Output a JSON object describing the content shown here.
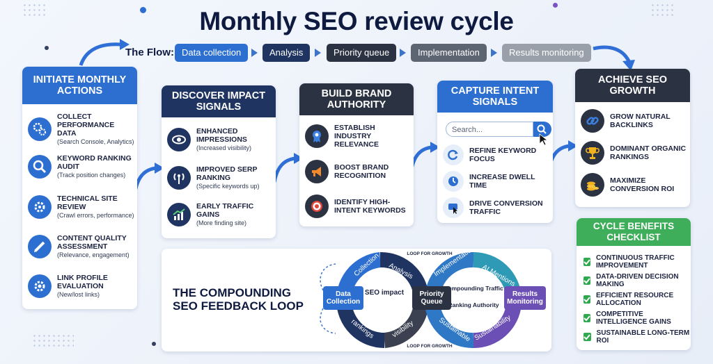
{
  "title": "Monthly SEO review cycle",
  "flow": {
    "label": "The Flow:",
    "steps": [
      "Data collection",
      "Analysis",
      "Priority queue",
      "Implementation",
      "Results monitoring"
    ]
  },
  "initiate": {
    "title": "INITIATE MONTHLY ACTIONS",
    "items": [
      {
        "title": "COLLECT PERFORMANCE DATA",
        "sub": "(Search Console, Analytics)",
        "icon": "gears-icon"
      },
      {
        "title": "KEYWORD RANKING AUDIT",
        "sub": "(Track position changes)",
        "icon": "magnifier-icon"
      },
      {
        "title": "TECHNICAL SITE REVIEW",
        "sub": "(Crawl errors, performance)",
        "icon": "gear-icon"
      },
      {
        "title": "CONTENT QUALITY ASSESSMENT",
        "sub": "(Relevance, engagement)",
        "icon": "pencil-icon"
      },
      {
        "title": "LINK PROFILE EVALUATION",
        "sub": "(New/lost links)",
        "icon": "gear-link-icon"
      }
    ]
  },
  "discover": {
    "title": "DISCOVER IMPACT SIGNALS",
    "items": [
      {
        "title": "ENHANCED IMPRESSIONS",
        "sub": "(Increased visibility)",
        "icon": "eye-icon"
      },
      {
        "title": "IMPROVED SERP RANKING",
        "sub": "(Specific keywords up)",
        "icon": "signal-icon"
      },
      {
        "title": "EARLY TRAFFIC GAINS",
        "sub": "(More finding site)",
        "icon": "chart-up-icon"
      }
    ]
  },
  "build": {
    "title": "BUILD BRAND AUTHORITY",
    "items": [
      {
        "title": "ESTABLISH INDUSTRY RELEVANCE",
        "icon": "badge-icon"
      },
      {
        "title": "BOOST BRAND RECOGNITION",
        "icon": "megaphone-icon"
      },
      {
        "title": "IDENTIFY HIGH-INTENT KEYWORDS",
        "icon": "target-icon"
      }
    ]
  },
  "capture": {
    "title": "CAPTURE INTENT SIGNALS",
    "search_placeholder": "Search...",
    "items": [
      {
        "title": "REFINE KEYWORD FOCUS",
        "icon": "refresh-icon"
      },
      {
        "title": "INCREASE DWELL TIME",
        "icon": "clock-icon"
      },
      {
        "title": "DRIVE CONVERSION TRAFFIC",
        "icon": "click-icon"
      }
    ]
  },
  "achieve": {
    "title": "ACHIEVE SEO GROWTH",
    "items": [
      {
        "title": "GROW NATURAL BACKLINKS",
        "icon": "link-icon"
      },
      {
        "title": "DOMINANT ORGANIC RANKINGS",
        "icon": "trophy-icon"
      },
      {
        "title": "MAXIMIZE CONVERSION ROI",
        "icon": "coins-icon"
      }
    ]
  },
  "benefits": {
    "title": "CYCLE BENEFITS CHECKLIST",
    "items": [
      "CONTINUOUS TRAFFIC IMPROVEMENT",
      "DATA-DRIVEN DECISION MAKING",
      "EFFICIENT RESOURCE ALLOCATION",
      "COMPETITIVE INTELLIGENCE GAINS",
      "SUSTAINABLE LONG-TERM ROI"
    ]
  },
  "loop": {
    "title_line1": "THE COMPOUNDING",
    "title_line2": "SEO FEEDBACK LOOP",
    "segments": [
      "Collection",
      "Analysis",
      "Implementation",
      "AI Mentions",
      "Sustainability",
      "Sustainable",
      "visibility",
      "rankings"
    ],
    "boxes": {
      "data_collection": "Data Collection",
      "priority_queue": "Priority Queue",
      "results_monitoring": "Results Monitoring"
    },
    "center_left": "SEO impact",
    "center_right_1": "Compounding Traffic",
    "center_right_2": "Ranking Authority",
    "loop_label_top": "LOOP FOR GROWTH",
    "loop_label_bottom": "LOOP FOR GROWTH"
  },
  "colors": {
    "navy": "#1f3461",
    "blue": "#2d6fd0",
    "dark": "#2b3242",
    "green": "#3fae5a",
    "purple": "#6b4fb5",
    "teal": "#2f9ab6"
  }
}
